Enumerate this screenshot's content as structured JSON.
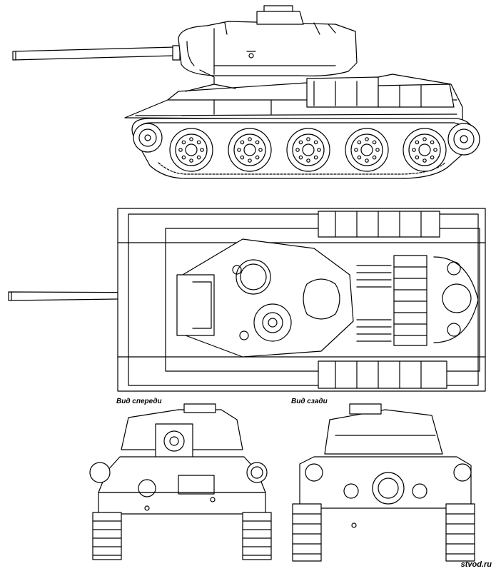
{
  "labels": {
    "front_view": "Вид спереди",
    "rear_view": "Вид сзади"
  },
  "watermark": "stvod.ru",
  "line_color": "#000000",
  "background_color": "#ffffff"
}
